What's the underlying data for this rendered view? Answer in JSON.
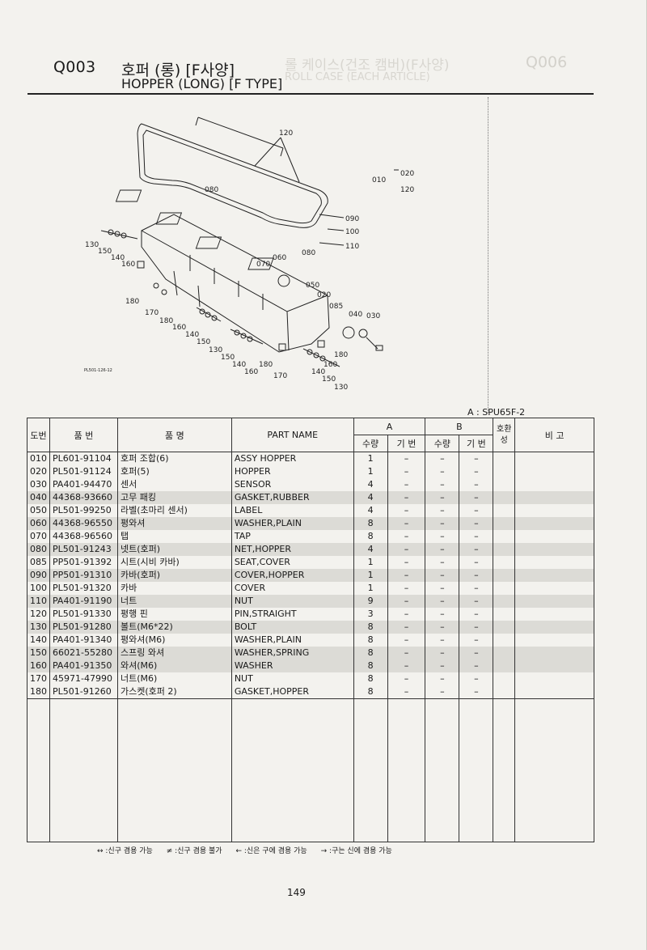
{
  "header": {
    "code": "Q003",
    "title_ko": "호퍼 (롱) [F사양]",
    "title_en": "HOPPER (LONG) [F TYPE]"
  },
  "bleed_through": {
    "code": "Q006",
    "title_ko": "롤 케이스(건조 캠버)(F사양)",
    "title_en": "ROLL CASE (EACH ARTICLE)"
  },
  "diagram": {
    "code": "PL501-126-12",
    "callouts": [
      "120",
      "010",
      "020",
      "120",
      "080",
      "090",
      "100",
      "110",
      "130",
      "150",
      "140",
      "160",
      "070",
      "060",
      "080",
      "050",
      "020",
      "085",
      "040",
      "030",
      "180",
      "170",
      "180",
      "160",
      "140",
      "150",
      "130",
      "150",
      "140",
      "160",
      "180",
      "170",
      "180",
      "160",
      "140",
      "150",
      "130"
    ]
  },
  "model_note": "A : SPU65F-2",
  "table": {
    "headers": {
      "ref": "도번",
      "part_no": "품 번",
      "name_ko": "품 명",
      "part_name": "PART NAME",
      "group_a": "A",
      "group_b": "B",
      "qty": "수량",
      "base_no": "기 번",
      "compat": "호환성",
      "remarks": "비 고"
    },
    "rows": [
      {
        "ref": "010",
        "part_no": "PL601-91104",
        "name_ko": "호퍼 조합(6)",
        "part_name": "ASSY HOPPER",
        "qty_a": "1",
        "base_a": "–",
        "qty_b": "–",
        "base_b": "–"
      },
      {
        "ref": "020",
        "part_no": "PL501-91124",
        "name_ko": "호퍼(5)",
        "part_name": "HOPPER",
        "qty_a": "1",
        "base_a": "–",
        "qty_b": "–",
        "base_b": "–"
      },
      {
        "ref": "030",
        "part_no": "PA401-94470",
        "name_ko": "센서",
        "part_name": "SENSOR",
        "qty_a": "4",
        "base_a": "–",
        "qty_b": "–",
        "base_b": "–"
      },
      {
        "ref": "040",
        "part_no": "44368-93660",
        "name_ko": "고무 패킹",
        "part_name": "GASKET,RUBBER",
        "qty_a": "4",
        "base_a": "–",
        "qty_b": "–",
        "base_b": "–"
      },
      {
        "ref": "050",
        "part_no": "PL501-99250",
        "name_ko": "라벨(초마리 센서)",
        "part_name": "LABEL",
        "qty_a": "4",
        "base_a": "–",
        "qty_b": "–",
        "base_b": "–"
      },
      {
        "ref": "060",
        "part_no": "44368-96550",
        "name_ko": "평와셔",
        "part_name": "WASHER,PLAIN",
        "qty_a": "8",
        "base_a": "–",
        "qty_b": "–",
        "base_b": "–"
      },
      {
        "ref": "070",
        "part_no": "44368-96560",
        "name_ko": "탭",
        "part_name": "TAP",
        "qty_a": "8",
        "base_a": "–",
        "qty_b": "–",
        "base_b": "–"
      },
      {
        "ref": "080",
        "part_no": "PL501-91243",
        "name_ko": "넷트(호퍼)",
        "part_name": "NET,HOPPER",
        "qty_a": "4",
        "base_a": "–",
        "qty_b": "–",
        "base_b": "–"
      },
      {
        "ref": "085",
        "part_no": "PP501-91392",
        "name_ko": "시트(시비 카바)",
        "part_name": "SEAT,COVER",
        "qty_a": "1",
        "base_a": "–",
        "qty_b": "–",
        "base_b": "–"
      },
      {
        "ref": "090",
        "part_no": "PP501-91310",
        "name_ko": "카바(호퍼)",
        "part_name": "COVER,HOPPER",
        "qty_a": "1",
        "base_a": "–",
        "qty_b": "–",
        "base_b": "–"
      },
      {
        "ref": "100",
        "part_no": "PL501-91320",
        "name_ko": "카바",
        "part_name": "COVER",
        "qty_a": "1",
        "base_a": "–",
        "qty_b": "–",
        "base_b": "–"
      },
      {
        "ref": "110",
        "part_no": "PA401-91190",
        "name_ko": "너트",
        "part_name": "NUT",
        "qty_a": "9",
        "base_a": "–",
        "qty_b": "–",
        "base_b": "–"
      },
      {
        "ref": "120",
        "part_no": "PL501-91330",
        "name_ko": "평행 핀",
        "part_name": "PIN,STRAIGHT",
        "qty_a": "3",
        "base_a": "–",
        "qty_b": "–",
        "base_b": "–"
      },
      {
        "ref": "130",
        "part_no": "PL501-91280",
        "name_ko": "볼트(M6*22)",
        "part_name": "BOLT",
        "qty_a": "8",
        "base_a": "–",
        "qty_b": "–",
        "base_b": "–"
      },
      {
        "ref": "140",
        "part_no": "PA401-91340",
        "name_ko": "평와셔(M6)",
        "part_name": "WASHER,PLAIN",
        "qty_a": "8",
        "base_a": "–",
        "qty_b": "–",
        "base_b": "–"
      },
      {
        "ref": "150",
        "part_no": "66021-55280",
        "name_ko": "스프링 와셔",
        "part_name": "WASHER,SPRING",
        "qty_a": "8",
        "base_a": "–",
        "qty_b": "–",
        "base_b": "–"
      },
      {
        "ref": "160",
        "part_no": "PA401-91350",
        "name_ko": "와셔(M6)",
        "part_name": "WASHER",
        "qty_a": "8",
        "base_a": "–",
        "qty_b": "–",
        "base_b": "–"
      },
      {
        "ref": "170",
        "part_no": "45971-47990",
        "name_ko": "너트(M6)",
        "part_name": "NUT",
        "qty_a": "8",
        "base_a": "–",
        "qty_b": "–",
        "base_b": "–"
      },
      {
        "ref": "180",
        "part_no": "PL501-91260",
        "name_ko": "가스켓(호퍼 2)",
        "part_name": "GASKET,HOPPER",
        "qty_a": "8",
        "base_a": "–",
        "qty_b": "–",
        "base_b": "–"
      }
    ]
  },
  "legend": [
    "↔ :신구 겸용 가능",
    "≠ :신구 겸용 불가",
    "← :신은 구에 겸용 가능",
    "→ :구는 신에 겸용 가능"
  ],
  "page_number": "149"
}
